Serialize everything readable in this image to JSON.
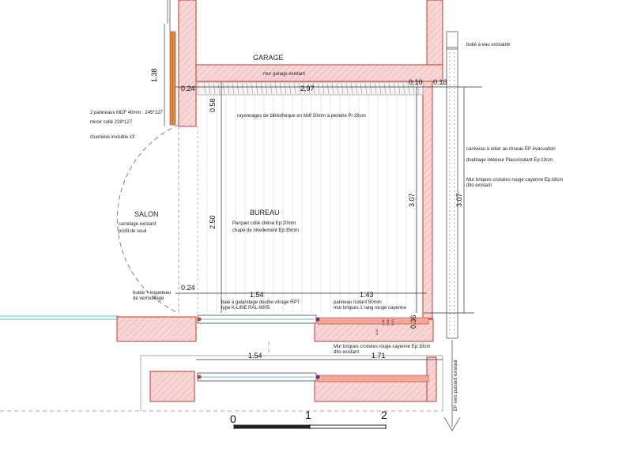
{
  "rooms": {
    "garage": "GARAGE",
    "bureau": "BUREAU",
    "salon": "SALON"
  },
  "notes": {
    "mur_garage": "mur garage existant",
    "boite_eau": "boite à eau existante",
    "panneaux_mdf": "2 panneaux MDF 40mm : 245*127",
    "miroir": "miroir collé 228*127",
    "charniere": "charnière invisible x3",
    "rayonnages": "rayonnages de bibliothèque en Mdf 30mm à peindre Pr:26cm",
    "caniveau": "caniveau à relier au réseau EP évacuation",
    "doublage": "doublage intérieur Placo/isolant Ep:10cm",
    "mur_briques_1": "Mur briques croisées rouge cayenne Ep:18cm",
    "mur_briques_1b": "dito existant",
    "parquet": "Parquet collé chêne Ep:20mm",
    "chape": "chape de nivellement Ep:35mm",
    "carrelage": "carrelage existant",
    "profil": "profil de seuil",
    "butee": "butée + loqueteau",
    "verrouillage": "de verrouillage",
    "baie_1": "baie à galandage double vitrage RPT",
    "baie_2": "type K-LINE RAL-9005",
    "panneau_isolant": "panneau isolant 50mm",
    "mur_1_rang": "mur briques 1 rang rouge cayenne",
    "mur_briques_2": "Mur briques croisées rouge cayenne Ep:18cm",
    "mur_briques_2b": "dito existant",
    "ep_pluvial": "EP vers puisard existant"
  },
  "dimensions": {
    "d_138": "1.38",
    "d_024_top": "0.24",
    "d_297": "2.97",
    "d_010": "0.10",
    "d_018": "0.18",
    "d_058": "0.58",
    "d_307_in": "3.07",
    "d_307_out": "3.07",
    "d_250": "2.50",
    "d_024_bot": "0.24",
    "d_154": "1.54",
    "d_143": "1.43",
    "d_036": "0.36",
    "d_154_b": "1.54",
    "d_171": "1.71",
    "d_small_1": "0.19",
    "d_small_2": "0.05",
    "d_small_3": "0.04",
    "d_small_4": "0.10"
  },
  "scale": {
    "zero": "0",
    "one": "1",
    "two": "2"
  },
  "colors": {
    "wall_fill": "#f7c9c9",
    "wall_stroke": "#c0392b",
    "timber": "#d98c4a",
    "glazing": "#5bc0de",
    "floor_line": "#e6e1dc"
  }
}
